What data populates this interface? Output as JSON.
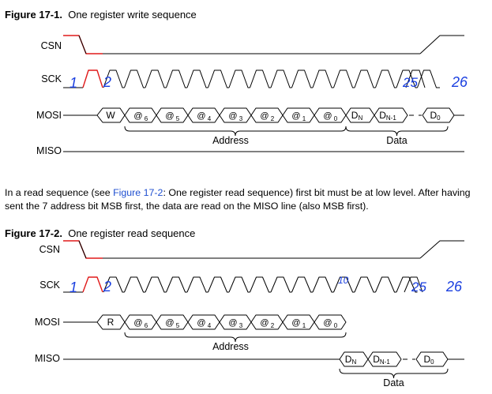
{
  "fig1": {
    "number": "Figure 17-1.",
    "title": "One register write sequence",
    "signals": [
      "CSN",
      "SCK",
      "MOSI",
      "MISO"
    ],
    "cmd_bit": "W",
    "addr_bits": [
      "6",
      "5",
      "4",
      "3",
      "2",
      "1",
      "0"
    ],
    "addr_sym": "@",
    "data_bits": [
      {
        "base": "D",
        "sub": "N"
      },
      {
        "base": "D",
        "sub": "N-1"
      },
      {
        "base": "D",
        "sub": "0"
      }
    ],
    "address_label": "Address",
    "data_label": "Data",
    "annotations": {
      "c1": "1",
      "c2": "2",
      "c25": "25",
      "c26": "26"
    }
  },
  "paragraph": {
    "part1": "In a read sequence (see ",
    "link": "Figure 17-2",
    "part2": ": One register read sequence) first bit must be at low level. After having sent the 7 address bit MSB first, the data are read on the MISO line (also MSB first)."
  },
  "fig2": {
    "number": "Figure 17-2.",
    "title": "One register read sequence",
    "signals": [
      "CSN",
      "SCK",
      "MOSI",
      "MISO"
    ],
    "cmd_bit": "R",
    "addr_bits": [
      "6",
      "5",
      "4",
      "3",
      "2",
      "1",
      "0"
    ],
    "addr_sym": "@",
    "data_bits": [
      {
        "base": "D",
        "sub": "N"
      },
      {
        "base": "D",
        "sub": "N-1"
      },
      {
        "base": "D",
        "sub": "0"
      }
    ],
    "address_label": "Address",
    "data_label": "Data",
    "annotations": {
      "c1": "1",
      "c2": "2",
      "c10": "10",
      "c25": "25",
      "c26": "26"
    }
  },
  "colors": {
    "line": "#000000",
    "annotation_blue": "#1a3fe0",
    "annotation_red": "#e01a1a",
    "link": "#1f4fd0"
  }
}
